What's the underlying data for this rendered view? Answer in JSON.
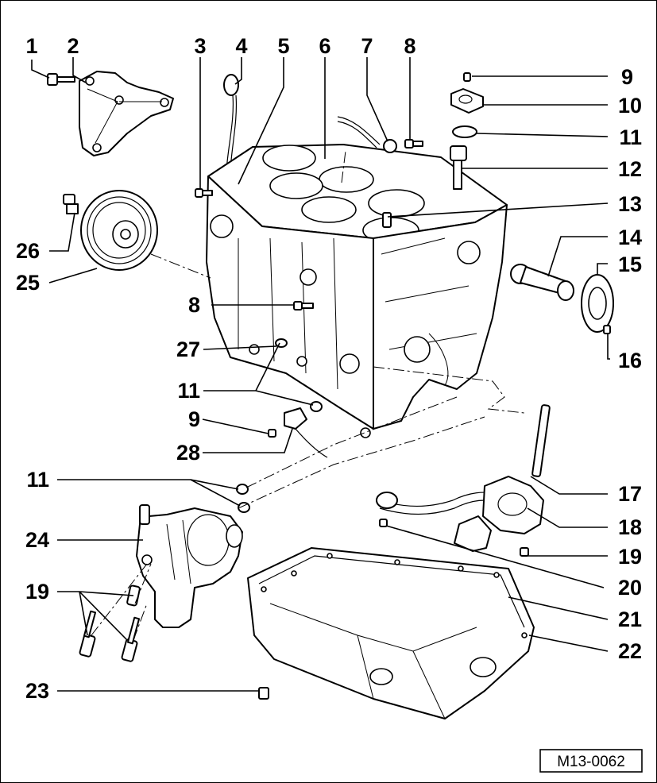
{
  "diagram": {
    "labels": [
      "1",
      "2",
      "3",
      "4",
      "5",
      "6",
      "7",
      "8",
      "9",
      "10",
      "11",
      "12",
      "13",
      "14",
      "15",
      "16",
      "26",
      "25",
      "8",
      "27",
      "11",
      "9",
      "28",
      "11",
      "17",
      "24",
      "18",
      "19",
      "19",
      "20",
      "21",
      "22",
      "23"
    ],
    "reference_code": "M13-0062"
  },
  "parts": [
    {
      "name": "bolt-icon"
    },
    {
      "name": "bracket-icon"
    },
    {
      "name": "dipstick-icon"
    },
    {
      "name": "cylinder-block-icon"
    },
    {
      "name": "pulley-icon"
    },
    {
      "name": "oil-filter-housing-icon"
    },
    {
      "name": "oil-pump-icon"
    },
    {
      "name": "oil-pan-icon"
    },
    {
      "name": "oil-pressure-switch-icon"
    },
    {
      "name": "drive-shaft-icon"
    }
  ]
}
